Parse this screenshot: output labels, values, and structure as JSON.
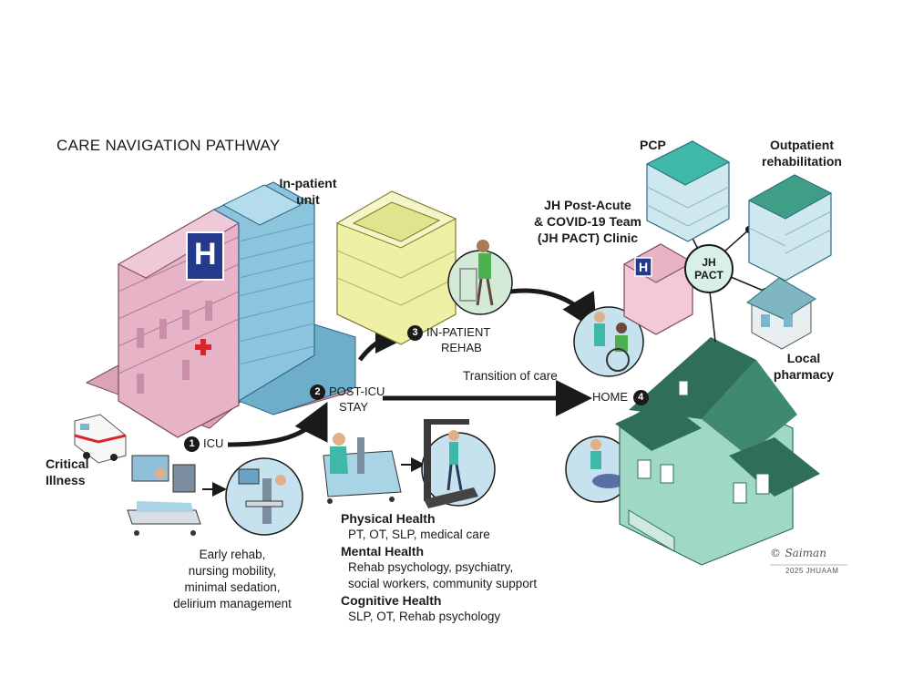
{
  "title": "CARE NAVIGATION PATHWAY",
  "labels": {
    "inpatient_unit_line1": "In-patient",
    "inpatient_unit_line2": "unit",
    "critical_line1": "Critical",
    "critical_line2": "Illness",
    "pcp": "PCP",
    "outpatient_line1": "Outpatient",
    "outpatient_line2": "rehabilitation",
    "jh_clinic_line1": "JH Post-Acute",
    "jh_clinic_line2": "& COVID-19 Team",
    "jh_clinic_line3": "(JH PACT) Clinic",
    "hub_line1": "JH",
    "hub_line2": "PACT",
    "pharmacy_line1": "Local",
    "pharmacy_line2": "pharmacy",
    "transition": "Transition of care",
    "hospital_sign": "H",
    "clinic_sign": "H"
  },
  "steps": [
    {
      "num": "1",
      "line1": "ICU",
      "line2": ""
    },
    {
      "num": "2",
      "line1": "POST-ICU",
      "line2": "STAY"
    },
    {
      "num": "3",
      "line1": "IN-PATIENT",
      "line2": "REHAB"
    },
    {
      "num": "4",
      "line1": "HOME",
      "line2": ""
    }
  ],
  "icu_notes": [
    "Early rehab,",
    "nursing mobility,",
    "minimal sedation,",
    "delirium management"
  ],
  "health": [
    {
      "heading": "Physical Health",
      "lines": [
        "PT, OT, SLP, medical care"
      ]
    },
    {
      "heading": "Mental Health",
      "lines": [
        "Rehab psychology, psychiatry,",
        "social workers, community support"
      ]
    },
    {
      "heading": "Cognitive Health",
      "lines": [
        "SLP, OT, Rehab psychology"
      ]
    }
  ],
  "signature": {
    "name": "Saiman",
    "line2": "2025 JHUAAM",
    "mark": "©"
  },
  "colors": {
    "hospital_pink": "#e6b3c7",
    "hospital_blue": "#8cc4de",
    "rehab_yellow": "#eef0a6",
    "home_green": "#9fd8c4",
    "roof_green": "#2f6f58",
    "teal": "#3fb8a8"
  }
}
